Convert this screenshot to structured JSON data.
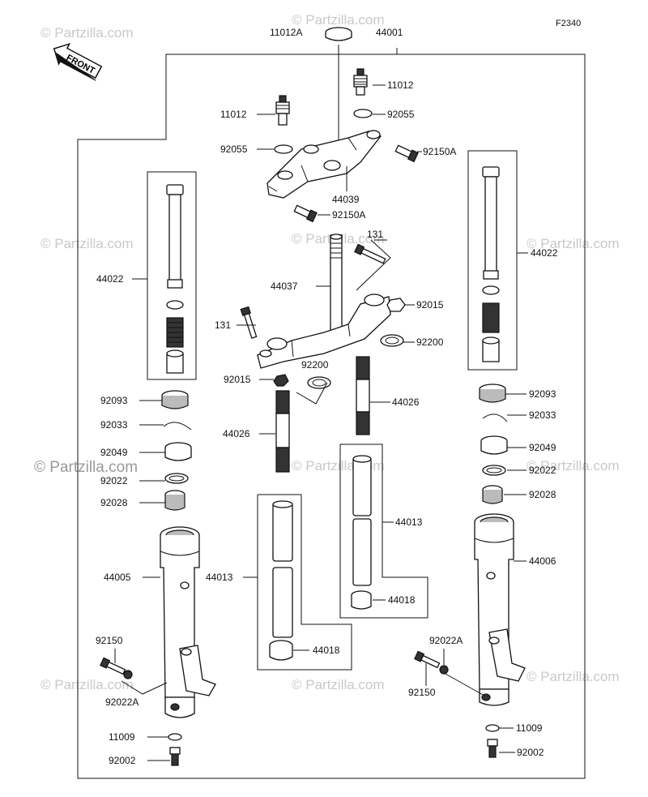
{
  "diagram": {
    "ref_code": "F2340",
    "front_label": "FRONT",
    "watermark": "© Partzilla.com",
    "labels": {
      "p11012A": "11012A",
      "p44001": "44001",
      "p11012_r": "11012",
      "p11012_l": "11012",
      "p92055_r": "92055",
      "p92055_l": "92055",
      "p92150A_1": "92150A",
      "p44039": "44039",
      "p92150A_2": "92150A",
      "p44022_l": "44022",
      "p44022_r": "44022",
      "p131_top": "131",
      "p44037": "44037",
      "p92015_r": "92015",
      "p131_left": "131",
      "p92200_r": "92200",
      "p92200_l": "92200",
      "p92015_l": "92015",
      "p92093_l": "92093",
      "p92093_r": "92093",
      "p92033_l": "92033",
      "p92033_r": "92033",
      "p44026_r": "44026",
      "p44026_l": "44026",
      "p92049_l": "92049",
      "p92049_r": "92049",
      "p92022_l": "92022",
      "p92022_r": "92022",
      "p92028_l": "92028",
      "p92028_r": "92028",
      "p44013_r": "44013",
      "p44005": "44005",
      "p44013_l": "44013",
      "p44006": "44006",
      "p44018_r": "44018",
      "p44018_l": "44018",
      "p92150_l": "92150",
      "p92022A_r": "92022A",
      "p92022A_l": "92022A",
      "p92150_r": "92150",
      "p11009_r": "11009",
      "p11009_l": "11009",
      "p92002_r": "92002",
      "p92002_l": "92002"
    }
  }
}
